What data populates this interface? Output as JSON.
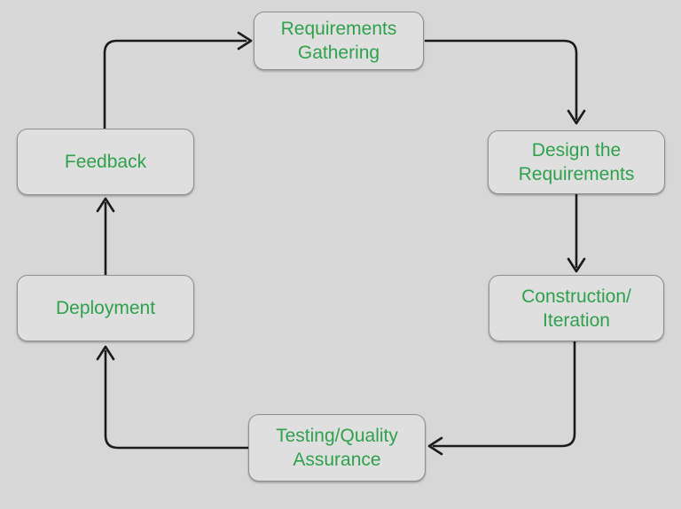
{
  "diagram": {
    "nodes": [
      {
        "id": "requirements-gathering",
        "label": "Requirements\nGathering"
      },
      {
        "id": "design-the-requirements",
        "label": "Design the\nRequirements"
      },
      {
        "id": "construction-iteration",
        "label": "Construction/\nIteration"
      },
      {
        "id": "testing-quality-assurance",
        "label": "Testing/Quality\nAssurance"
      },
      {
        "id": "deployment",
        "label": "Deployment"
      },
      {
        "id": "feedback",
        "label": "Feedback"
      }
    ],
    "edges": [
      {
        "from": "feedback",
        "to": "requirements-gathering"
      },
      {
        "from": "requirements-gathering",
        "to": "design-the-requirements"
      },
      {
        "from": "design-the-requirements",
        "to": "construction-iteration"
      },
      {
        "from": "construction-iteration",
        "to": "testing-quality-assurance"
      },
      {
        "from": "testing-quality-assurance",
        "to": "deployment"
      },
      {
        "from": "deployment",
        "to": "feedback"
      }
    ],
    "colors": {
      "background": "#d7d7d7",
      "node_fill": "#dfdfdf",
      "node_border": "#8f8f8f",
      "label_text": "#2fa14c",
      "arrow": "#1b1b1b"
    }
  }
}
